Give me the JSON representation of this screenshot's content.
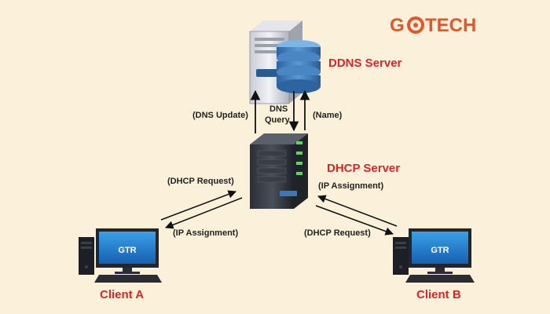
{
  "brand": {
    "prefix": "G",
    "suffix": "TECH"
  },
  "monitor_logo": "GTR",
  "colors": {
    "background": "#fbf0da",
    "accent_red": "#d9252a",
    "brand_orange": "#e5542a",
    "disk_blue": "#3a78b8"
  },
  "nodes": {
    "ddns": "DDNS Server",
    "dhcp": "DHCP Server",
    "client_a": "Client A",
    "client_b": "Client B"
  },
  "labels": {
    "dns_update": "(DNS Update)",
    "dns_query_1": "DNS",
    "dns_query_2": "Query",
    "name": "(Name)",
    "a_request": "(DHCP Request)",
    "a_assign": "(IP Assignment)",
    "b_assign": "(IP Assignment)",
    "b_request": "(DHCP Request)"
  }
}
